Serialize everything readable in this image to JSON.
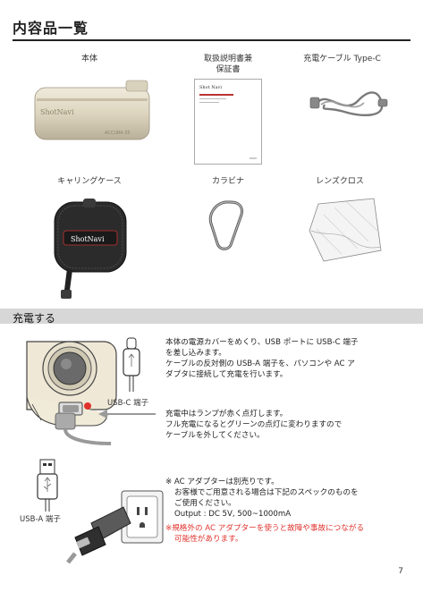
{
  "page": {
    "title": "内容品一覧",
    "page_number": "7"
  },
  "contents": {
    "items": [
      {
        "label": "本体"
      },
      {
        "label_line1": "取扱説明書兼",
        "label_line2": "保証書"
      },
      {
        "label": "充電ケーブル Type-C"
      },
      {
        "label": "キャリングケース"
      },
      {
        "label": "カラビナ"
      },
      {
        "label": "レンズクロス"
      }
    ],
    "device_brand": "ShotNavi",
    "device_model": "ACCURA 05",
    "manual_brand": "Shot Navi",
    "case_brand": "ShotNavi"
  },
  "charging": {
    "section_title": "充電する",
    "usb_c_label": "USB-C 端子",
    "usb_a_label": "USB-A 端子",
    "para1": [
      "本体の電源カバーをめくり、USB ポートに USB-C 端子",
      "を差し込みます。",
      "ケーブルの反対側の USB-A 端子を、パソコンや AC ア",
      "ダプタに接続して充電を行います。"
    ],
    "para2": [
      "充電中はランプが赤く点灯します。",
      "フル充電になるとグリーンの点灯に変わりますので",
      "ケーブルを外してください。"
    ],
    "note": [
      "※ AC アダプターは別売りです。",
      "お客様でご用意される場合は下記のスペックのものを",
      "ご使用ください。",
      "Output : DC 5V, 500~1000mA"
    ],
    "warning": [
      "※規格外の AC アダプターを使うと故障や事故につながる",
      "可能性があります。"
    ]
  }
}
